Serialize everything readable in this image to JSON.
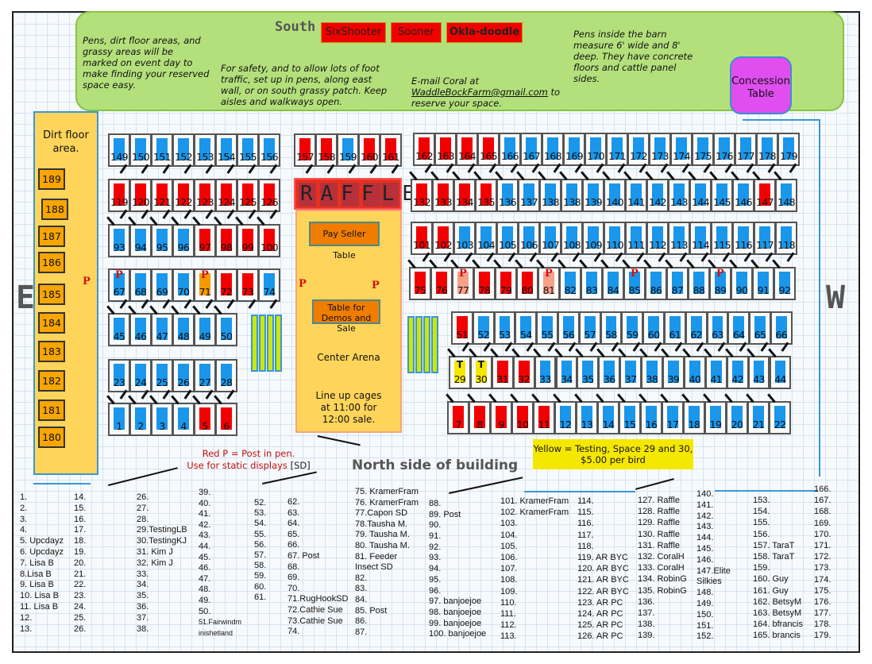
{
  "header": {
    "note_left": "Pens, dirt floor areas, and grassy areas will  be marked on  event day to make finding your reserved space easy.",
    "note_center": "For safety, and to allow lots of foot traffic, set up in pens, along east wall, or on south grassy patch.  Keep aisles and walkways open.",
    "email_prefix": "E-mail Coral at",
    "email": "WaddleBockFarm@gmail.com",
    "email_suffix": " to reserve your space.",
    "note_right": "Pens inside the barn measure 6' wide and 8' deep.  They have concrete floors and cattle panel sides.",
    "south_label": "South",
    "south_spaces": [
      "SixShooter",
      "Sooner",
      "Okla-doodle"
    ],
    "concession": "Concession Table"
  },
  "compass": {
    "east": "E",
    "west": "W",
    "north": "North side of building"
  },
  "dirt_floor": {
    "title": "Dirt floor area.",
    "spaces": [
      "189",
      "188",
      "187",
      "186",
      "185",
      "184",
      "183",
      "182",
      "181",
      "180"
    ]
  },
  "raffle": "RAFFLE",
  "arena": {
    "pay_table": "Pay  Seller Table",
    "demo_table": "Table for Demos and Sale",
    "title": "Center Arena",
    "lineup": "Line up cages at 11:00 for 12:00 sale."
  },
  "legend": {
    "post_marker": "P",
    "testing_marker": "T",
    "post_line1": "Red P = Post in pen.",
    "post_line2": "Use for static displays ",
    "post_sd": "[SD]",
    "testing": "Yellow = Testing, Space 29 and 30,  $5.00 per bird"
  },
  "colors": {
    "b": "#1a96ea",
    "r": "#f20000",
    "o": "#f59a00",
    "s": "#f7a08a",
    "y": "#f5e800"
  },
  "pens": {
    "rows": [
      {
        "id": "A",
        "cells": [
          {
            "n": "149",
            "c": "b"
          },
          {
            "n": "150",
            "c": "b"
          },
          {
            "n": "151",
            "c": "b"
          },
          {
            "n": "152",
            "c": "b"
          },
          {
            "n": "153",
            "c": "b"
          },
          {
            "n": "154",
            "c": "b"
          },
          {
            "n": "155",
            "c": "b"
          },
          {
            "n": "156",
            "c": "b"
          }
        ]
      },
      {
        "id": "B",
        "cells": [
          {
            "n": "157",
            "c": "r"
          },
          {
            "n": "158",
            "c": "r"
          },
          {
            "n": "159",
            "c": "b"
          },
          {
            "n": "160",
            "c": "r"
          },
          {
            "n": "161",
            "c": "r"
          }
        ]
      },
      {
        "id": "C",
        "cells": [
          {
            "n": "162",
            "c": "r"
          },
          {
            "n": "163",
            "c": "r"
          },
          {
            "n": "164",
            "c": "r"
          },
          {
            "n": "165",
            "c": "r"
          },
          {
            "n": "166",
            "c": "b"
          },
          {
            "n": "167",
            "c": "b"
          },
          {
            "n": "168",
            "c": "b"
          },
          {
            "n": "169",
            "c": "b"
          },
          {
            "n": "170",
            "c": "b"
          },
          {
            "n": "171",
            "c": "b"
          },
          {
            "n": "172",
            "c": "b"
          },
          {
            "n": "173",
            "c": "b"
          },
          {
            "n": "174",
            "c": "b"
          },
          {
            "n": "175",
            "c": "b"
          },
          {
            "n": "176",
            "c": "b"
          },
          {
            "n": "177",
            "c": "b"
          },
          {
            "n": "178",
            "c": "b"
          },
          {
            "n": "179",
            "c": "b"
          }
        ]
      },
      {
        "id": "D",
        "cells": [
          {
            "n": "119",
            "c": "r"
          },
          {
            "n": "120",
            "c": "r"
          },
          {
            "n": "121",
            "c": "r"
          },
          {
            "n": "122",
            "c": "r"
          },
          {
            "n": "123",
            "c": "r"
          },
          {
            "n": "124",
            "c": "r"
          },
          {
            "n": "125",
            "c": "r"
          },
          {
            "n": "126",
            "c": "r"
          }
        ]
      },
      {
        "id": "E",
        "cells": [
          {
            "n": "132",
            "c": "r"
          },
          {
            "n": "133",
            "c": "r"
          },
          {
            "n": "134",
            "c": "r"
          },
          {
            "n": "135",
            "c": "r"
          },
          {
            "n": "136",
            "c": "b"
          },
          {
            "n": "137",
            "c": "b"
          },
          {
            "n": "138",
            "c": "b"
          },
          {
            "n": "138",
            "c": "b"
          },
          {
            "n": "139",
            "c": "b"
          },
          {
            "n": "140",
            "c": "b"
          },
          {
            "n": "141",
            "c": "b"
          },
          {
            "n": "142",
            "c": "b"
          },
          {
            "n": "143",
            "c": "b"
          },
          {
            "n": "144",
            "c": "b"
          },
          {
            "n": "145",
            "c": "b"
          },
          {
            "n": "146",
            "c": "b"
          },
          {
            "n": "147",
            "c": "r"
          },
          {
            "n": "148",
            "c": "b"
          }
        ]
      },
      {
        "id": "F",
        "cells": [
          {
            "n": "93",
            "c": "b"
          },
          {
            "n": "94",
            "c": "b"
          },
          {
            "n": "95",
            "c": "b"
          },
          {
            "n": "96",
            "c": "b"
          },
          {
            "n": "97",
            "c": "r"
          },
          {
            "n": "98",
            "c": "r"
          },
          {
            "n": "99",
            "c": "r"
          },
          {
            "n": "100",
            "c": "r"
          }
        ]
      },
      {
        "id": "G",
        "cells": [
          {
            "n": "101",
            "c": "r"
          },
          {
            "n": "102",
            "c": "r"
          },
          {
            "n": "103",
            "c": "b"
          },
          {
            "n": "104",
            "c": "b"
          },
          {
            "n": "105",
            "c": "b"
          },
          {
            "n": "106",
            "c": "b"
          },
          {
            "n": "107",
            "c": "b"
          },
          {
            "n": "108",
            "c": "b"
          },
          {
            "n": "109",
            "c": "b"
          },
          {
            "n": "110",
            "c": "b"
          },
          {
            "n": "111",
            "c": "b"
          },
          {
            "n": "112",
            "c": "b"
          },
          {
            "n": "113",
            "c": "b"
          },
          {
            "n": "114",
            "c": "b"
          },
          {
            "n": "115",
            "c": "b"
          },
          {
            "n": "116",
            "c": "b"
          },
          {
            "n": "117",
            "c": "b"
          },
          {
            "n": "118",
            "c": "b"
          }
        ]
      },
      {
        "id": "H",
        "cells": [
          {
            "n": "67",
            "c": "b",
            "p": true
          },
          {
            "n": "68",
            "c": "b"
          },
          {
            "n": "69",
            "c": "b"
          },
          {
            "n": "70",
            "c": "b"
          },
          {
            "n": "71",
            "c": "o",
            "p": true
          },
          {
            "n": "72",
            "c": "r"
          },
          {
            "n": "73",
            "c": "r"
          },
          {
            "n": "74",
            "c": "b"
          }
        ]
      },
      {
        "id": "I",
        "cells": [
          {
            "n": "75",
            "c": "r"
          },
          {
            "n": "76",
            "c": "r"
          },
          {
            "n": "77",
            "c": "s",
            "p": true
          },
          {
            "n": "78",
            "c": "r"
          },
          {
            "n": "79",
            "c": "r"
          },
          {
            "n": "80",
            "c": "r"
          },
          {
            "n": "81",
            "c": "s",
            "p": true
          },
          {
            "n": "82",
            "c": "b"
          },
          {
            "n": "83",
            "c": "b"
          },
          {
            "n": "84",
            "c": "b"
          },
          {
            "n": "85",
            "c": "b",
            "p": true
          },
          {
            "n": "86",
            "c": "b"
          },
          {
            "n": "87",
            "c": "b"
          },
          {
            "n": "88",
            "c": "b"
          },
          {
            "n": "89",
            "c": "b",
            "p": true
          },
          {
            "n": "90",
            "c": "b"
          },
          {
            "n": "91",
            "c": "b"
          },
          {
            "n": "92",
            "c": "b"
          }
        ]
      },
      {
        "id": "J",
        "cells": [
          {
            "n": "45",
            "c": "b"
          },
          {
            "n": "46",
            "c": "b"
          },
          {
            "n": "47",
            "c": "b"
          },
          {
            "n": "48",
            "c": "b"
          },
          {
            "n": "49",
            "c": "b"
          },
          {
            "n": "50",
            "c": "b"
          }
        ]
      },
      {
        "id": "K",
        "cells": [
          {
            "n": "51",
            "c": "r"
          },
          {
            "n": "52",
            "c": "b"
          },
          {
            "n": "53",
            "c": "b"
          },
          {
            "n": "54",
            "c": "b"
          },
          {
            "n": "55",
            "c": "b"
          },
          {
            "n": "56",
            "c": "b"
          },
          {
            "n": "57",
            "c": "b"
          },
          {
            "n": "58",
            "c": "b"
          },
          {
            "n": "59",
            "c": "b"
          },
          {
            "n": "60",
            "c": "b"
          },
          {
            "n": "61",
            "c": "b"
          },
          {
            "n": "62",
            "c": "b"
          },
          {
            "n": "63",
            "c": "b"
          },
          {
            "n": "64",
            "c": "b"
          },
          {
            "n": "65",
            "c": "b"
          },
          {
            "n": "66",
            "c": "b"
          }
        ]
      },
      {
        "id": "L",
        "cells": [
          {
            "n": "23",
            "c": "b"
          },
          {
            "n": "24",
            "c": "b"
          },
          {
            "n": "25",
            "c": "b"
          },
          {
            "n": "26",
            "c": "b"
          },
          {
            "n": "27",
            "c": "b"
          },
          {
            "n": "28",
            "c": "b"
          }
        ]
      },
      {
        "id": "M",
        "cells": [
          {
            "n": "29",
            "c": "y",
            "t": true
          },
          {
            "n": "30",
            "c": "y",
            "t": true
          },
          {
            "n": "31",
            "c": "r"
          },
          {
            "n": "32",
            "c": "r"
          },
          {
            "n": "33",
            "c": "b"
          },
          {
            "n": "34",
            "c": "b"
          },
          {
            "n": "35",
            "c": "b"
          },
          {
            "n": "36",
            "c": "b"
          },
          {
            "n": "37",
            "c": "b"
          },
          {
            "n": "38",
            "c": "b"
          },
          {
            "n": "39",
            "c": "b"
          },
          {
            "n": "40",
            "c": "b"
          },
          {
            "n": "41",
            "c": "b"
          },
          {
            "n": "42",
            "c": "b"
          },
          {
            "n": "43",
            "c": "b"
          },
          {
            "n": "44",
            "c": "b"
          }
        ]
      },
      {
        "id": "N",
        "cells": [
          {
            "n": "1",
            "c": "b"
          },
          {
            "n": "2",
            "c": "b"
          },
          {
            "n": "3",
            "c": "b"
          },
          {
            "n": "4",
            "c": "b"
          },
          {
            "n": "5",
            "c": "r"
          },
          {
            "n": "6",
            "c": "r"
          }
        ]
      },
      {
        "id": "O",
        "cells": [
          {
            "n": "7",
            "c": "r"
          },
          {
            "n": "8",
            "c": "r"
          },
          {
            "n": "9",
            "c": "r"
          },
          {
            "n": "10",
            "c": "r"
          },
          {
            "n": "11",
            "c": "r"
          },
          {
            "n": "12",
            "c": "b"
          },
          {
            "n": "13",
            "c": "b"
          },
          {
            "n": "14",
            "c": "b"
          },
          {
            "n": "15",
            "c": "b"
          },
          {
            "n": "16",
            "c": "b"
          },
          {
            "n": "17",
            "c": "b"
          },
          {
            "n": "18",
            "c": "b"
          },
          {
            "n": "19",
            "c": "b"
          },
          {
            "n": "20",
            "c": "b"
          },
          {
            "n": "21",
            "c": "b"
          },
          {
            "n": "22",
            "c": "b"
          }
        ]
      }
    ]
  },
  "assignments": [
    [
      "1.",
      "2.",
      "3.",
      "4.",
      "5. Upcdayz",
      "6. Upcdayz",
      "7. Lisa B",
      "8.Lisa B",
      "9. Lisa B",
      "10. Lisa B",
      "11. Lisa B",
      "12.",
      "13."
    ],
    [
      "14.",
      "15.",
      "16.",
      "17.",
      "18.",
      "19.",
      "20.",
      "21.",
      "22.",
      "23.",
      "24.",
      "25.",
      "26."
    ],
    [
      "26.",
      "27.",
      "28.",
      "29.TestingLB",
      "30.TestingKJ",
      "31. Kim J",
      "32. Kim J",
      "33.",
      "34.",
      "35.",
      "36.",
      "37.",
      "38."
    ],
    [
      "39.",
      "40.",
      "41.",
      "42.",
      "43.",
      "44.",
      "45.",
      "46.",
      "47.",
      "48.",
      "49.",
      "50.",
      "51.Fairwindm",
      "inishetland"
    ],
    [
      "52.",
      "53.",
      "54.",
      "55.",
      "56.",
      "57.",
      "58.",
      "59.",
      "60.",
      "61."
    ],
    [
      "62.",
      "63.",
      "64.",
      "65.",
      "66.",
      "67. Post",
      "68.",
      "69.",
      "70.",
      "71.RugHookSD",
      "72.Cathie Sue",
      "73.Cathie Sue",
      "74."
    ],
    [
      "75. KramerFram",
      "76. KramerFram",
      "77.Capon SD",
      "78.Tausha M.",
      "79. Tausha M.",
      "80. Tausha M.",
      "81. Feeder",
      "Insect SD",
      "82.",
      "83.",
      "84.",
      "85. Post",
      "86.",
      "87."
    ],
    [
      "88.",
      "89. Post",
      "90.",
      "91.",
      "92.",
      "93.",
      "94.",
      "95.",
      "96.",
      "97. banjoejoe",
      "98. banjoejoe",
      "99. banjoejoe",
      "100. banjoejoe"
    ],
    [
      "101. KramerFram",
      "102. KramerFram",
      "103.",
      "104.",
      "105.",
      "106.",
      "107.",
      "108.",
      "109.",
      "110.",
      "111.",
      "112.",
      "113."
    ],
    [
      "114.",
      "115.",
      "116.",
      "117.",
      "118.",
      "119. AR BYC",
      "120. AR BYC",
      "121. AR BYC",
      "122. AR BYC",
      "123. AR PC",
      "124. AR PC",
      "125. AR PC",
      "126. AR PC"
    ],
    [
      "127. Raffle",
      "128. Raffle",
      "129. Raffle",
      "130. Raffle",
      "131. Raffle",
      "132. CoralH",
      "133. CoralH",
      "134. RobinG",
      "135. RobinG",
      "136.",
      "137.",
      "138.",
      "139."
    ],
    [
      "140.",
      "141.",
      "142.",
      "143.",
      "144.",
      "145.",
      "146.",
      "147.Elite",
      "Silkies",
      "148.",
      "149.",
      "150.",
      "151.",
      "152."
    ],
    [
      "153.",
      "154.",
      "155.",
      "156.",
      "157. TaraT",
      "158. TaraT",
      "159.",
      "160. Guy",
      "161. Guy",
      "162. BetsyM",
      "163. BetsyM",
      "164. bfrancis",
      "165. brancis"
    ],
    [
      "166.",
      "167.",
      "168.",
      "169.",
      "170.",
      "171.",
      "172.",
      "173.",
      "174.",
      "175.",
      "176.",
      "177.",
      "178.",
      "179."
    ]
  ]
}
